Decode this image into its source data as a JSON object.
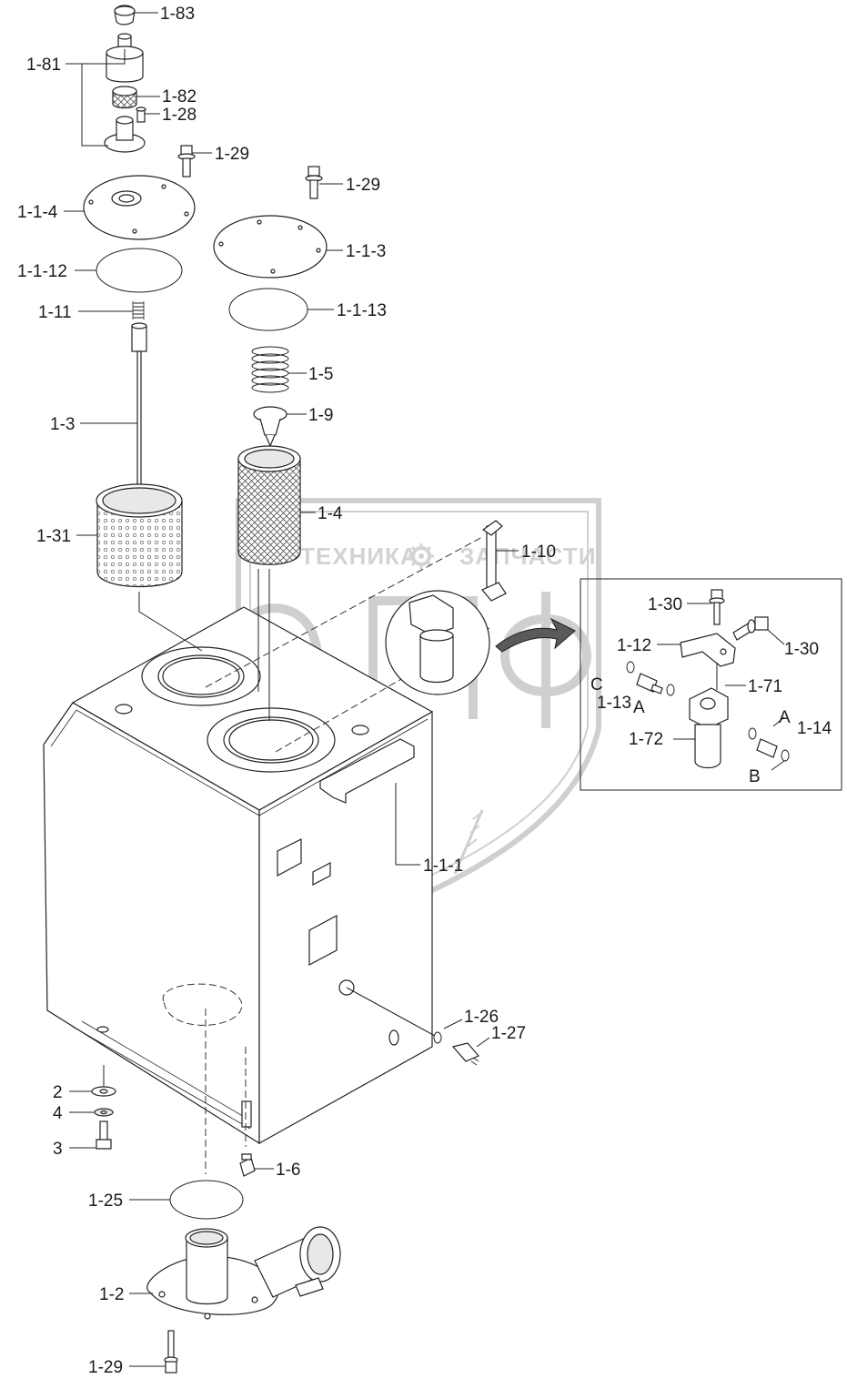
{
  "watermark": {
    "text_left": "ТЕХНИКА",
    "text_right": "ЗАПЧАСТИ",
    "logo_letters": [
      "Э",
      "П",
      "Ф"
    ],
    "gear_icon": "gear-icon"
  },
  "callouts": {
    "c_1_83": "1-83",
    "c_1_81": "1-81",
    "c_1_82": "1-82",
    "c_1_28": "1-28",
    "c_1_29_a": "1-29",
    "c_1_29_b": "1-29",
    "c_1_1_4": "1-1-4",
    "c_1_1_3": "1-1-3",
    "c_1_1_12": "1-1-12",
    "c_1_1_13": "1-1-13",
    "c_1_11": "1-11",
    "c_1_5": "1-5",
    "c_1_9": "1-9",
    "c_1_3": "1-3",
    "c_1_4": "1-4",
    "c_1_31": "1-31",
    "c_1_10": "1-10",
    "c_1_30_a": "1-30",
    "c_1_30_b": "1-30",
    "c_1_12": "1-12",
    "c_C": "C",
    "c_1_13": "1-13",
    "c_A_a": "A",
    "c_1_71": "1-71",
    "c_A_b": "A",
    "c_1_14": "1-14",
    "c_1_72": "1-72",
    "c_B": "B",
    "c_1_1_1": "1-1-1",
    "c_1_26": "1-26",
    "c_1_27": "1-27",
    "c_2": "2",
    "c_4": "4",
    "c_3": "3",
    "c_1_6": "1-6",
    "c_1_25": "1-25",
    "c_1_2": "1-2",
    "c_1_29_c": "1-29"
  }
}
